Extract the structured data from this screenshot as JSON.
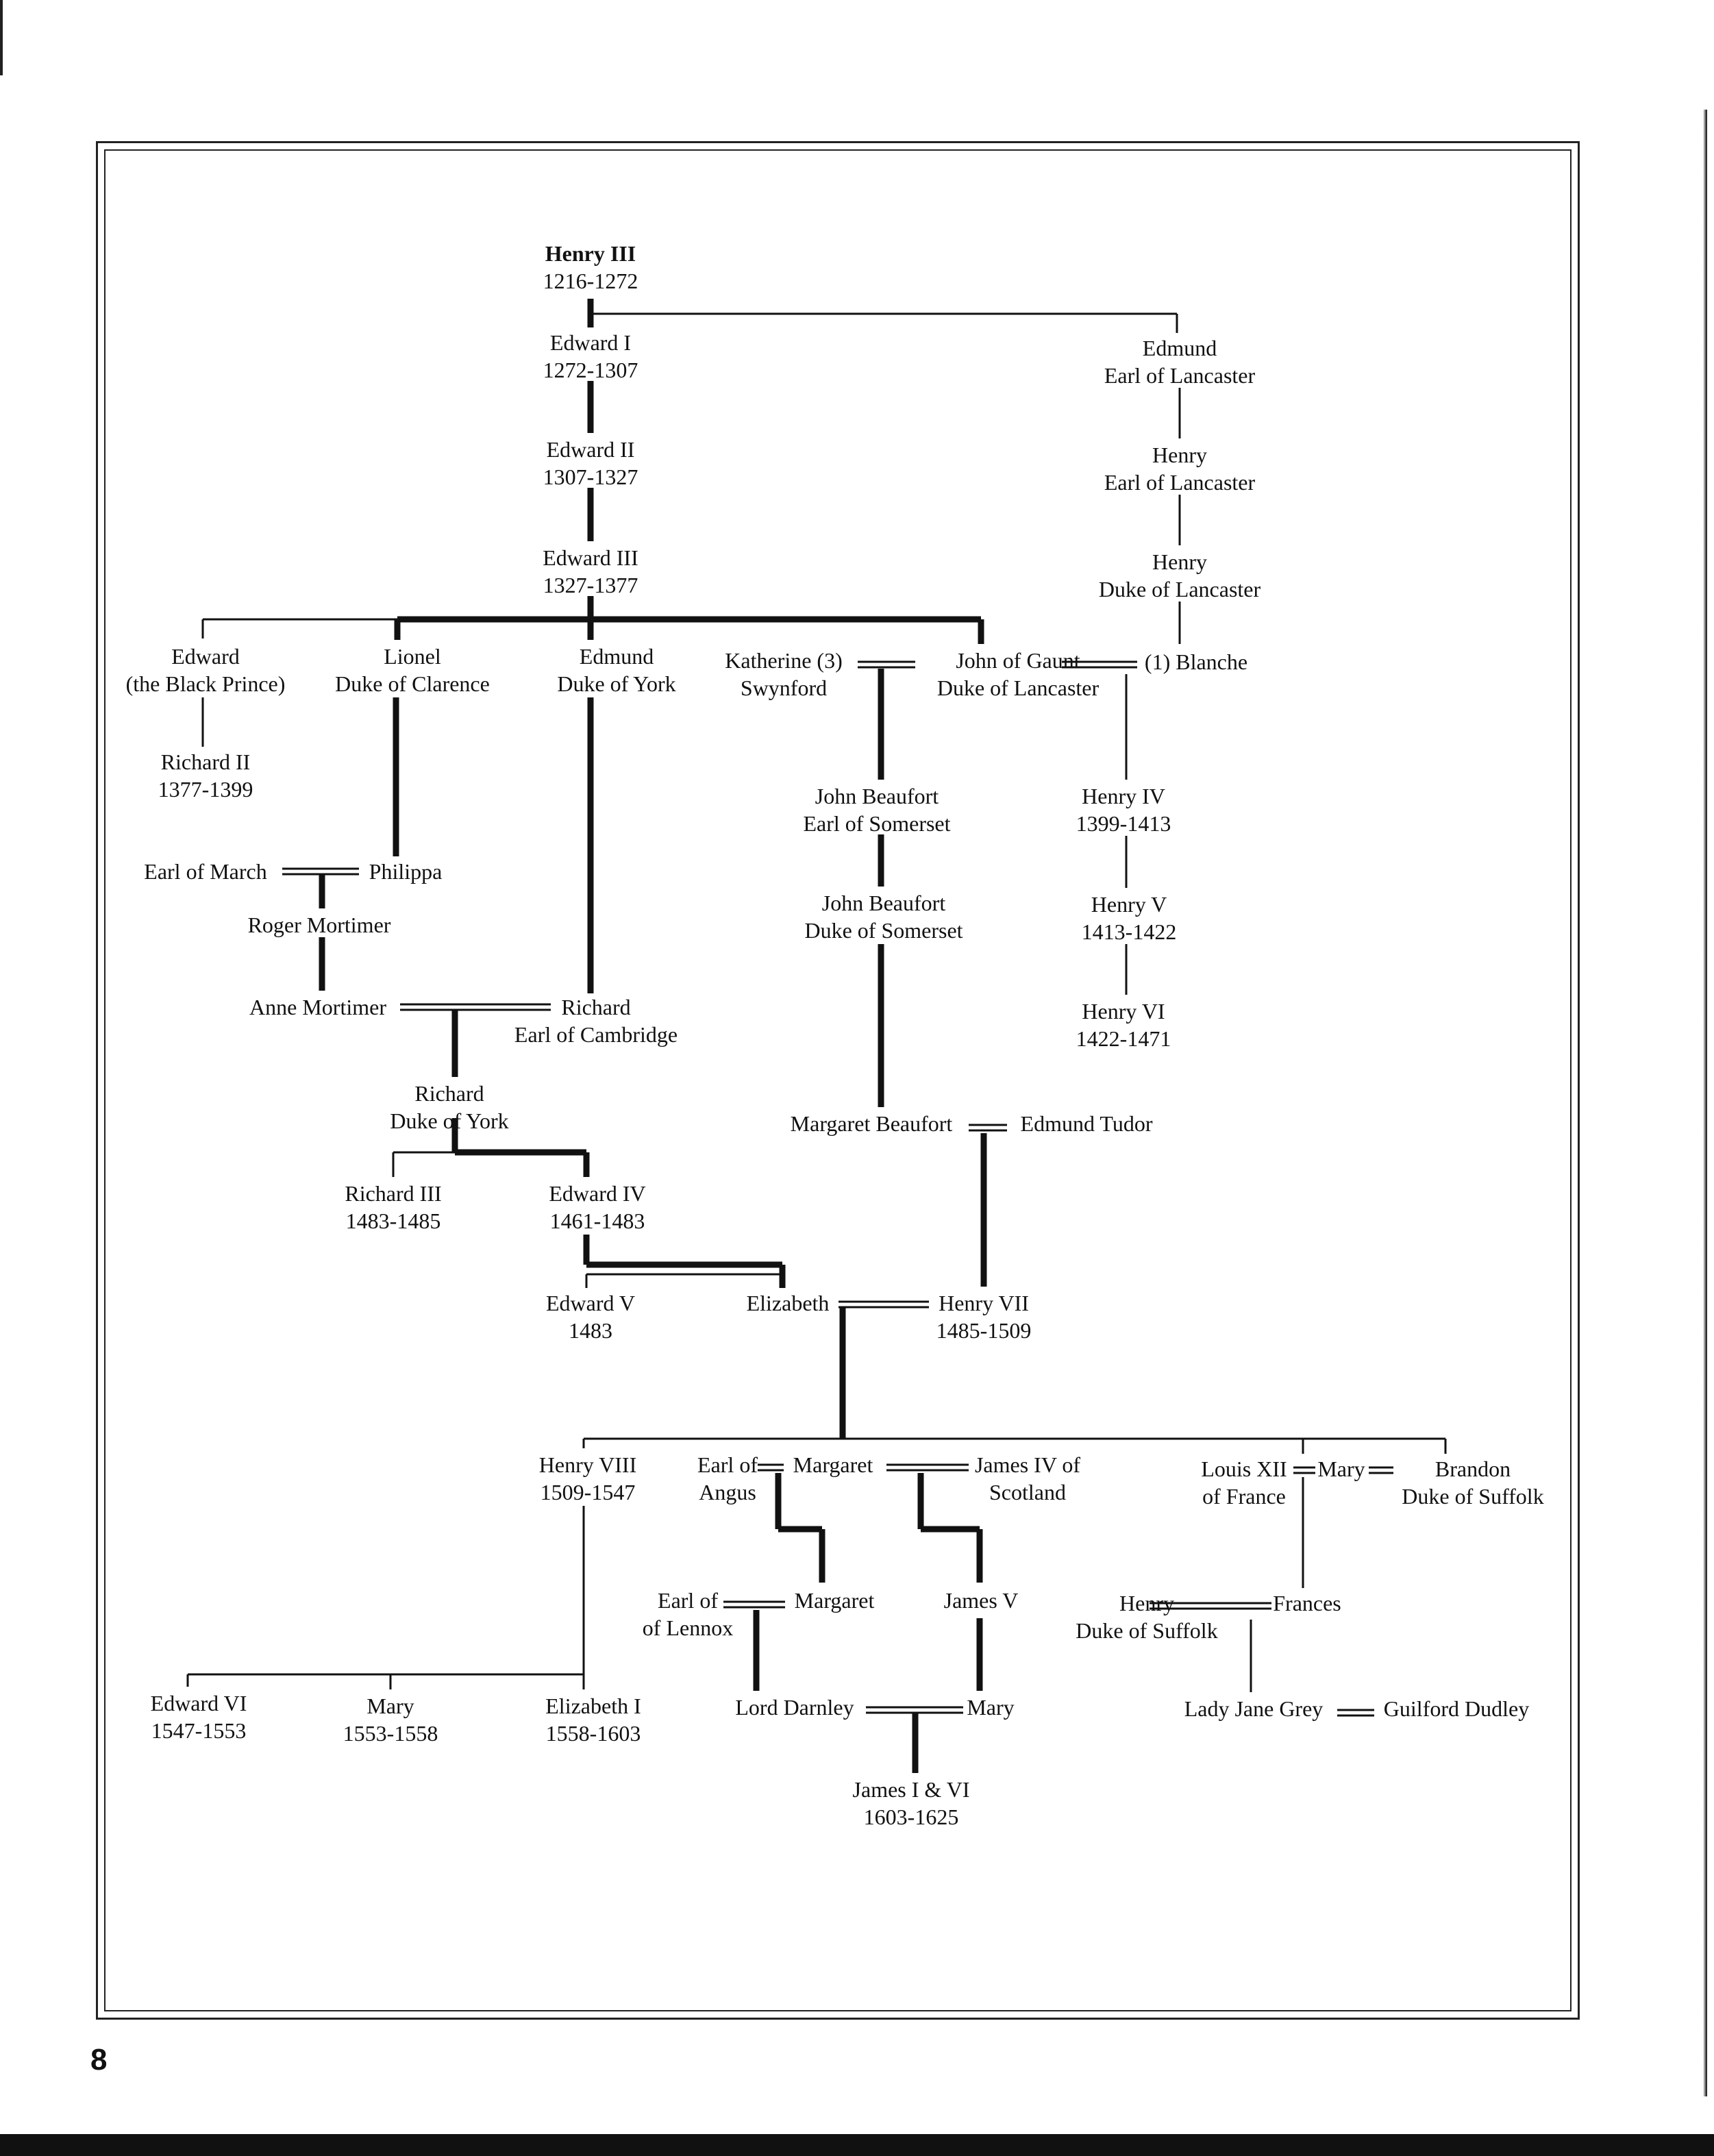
{
  "page_number": "8",
  "nodes": [
    {
      "id": "henry-iii",
      "name": "Henry III",
      "sub": "1216-1272",
      "root": true
    },
    {
      "id": "edward-i",
      "name": "Edward I",
      "sub": "1272-1307"
    },
    {
      "id": "edmund-lancaster",
      "name": "Edmund",
      "sub": "Earl of Lancaster"
    },
    {
      "id": "edward-ii",
      "name": "Edward II",
      "sub": "1307-1327"
    },
    {
      "id": "henry-earl-lancaster",
      "name": "Henry",
      "sub": "Earl of Lancaster"
    },
    {
      "id": "edward-iii",
      "name": "Edward III",
      "sub": "1327-1377"
    },
    {
      "id": "henry-duke-lancaster",
      "name": "Henry",
      "sub": "Duke of Lancaster"
    },
    {
      "id": "black-prince",
      "name": "Edward",
      "sub": "(the Black Prince)"
    },
    {
      "id": "lionel",
      "name": "Lionel",
      "sub": "Duke of Clarence"
    },
    {
      "id": "edmund-york",
      "name": "Edmund",
      "sub": "Duke of York"
    },
    {
      "id": "katherine",
      "name": "Katherine (3)",
      "sub": "Swynford"
    },
    {
      "id": "john-gaunt",
      "name": "John of Gaunt",
      "sub": "Duke of Lancaster"
    },
    {
      "id": "blanche",
      "name": "(1) Blanche",
      "sub": ""
    },
    {
      "id": "richard-ii",
      "name": "Richard II",
      "sub": "1377-1399"
    },
    {
      "id": "john-beaufort-earl",
      "name": "John Beaufort",
      "sub": "Earl of Somerset"
    },
    {
      "id": "henry-iv",
      "name": "Henry IV",
      "sub": "1399-1413"
    },
    {
      "id": "earl-march",
      "name": "Earl of March",
      "sub": ""
    },
    {
      "id": "philippa",
      "name": "Philippa",
      "sub": ""
    },
    {
      "id": "roger-mortimer",
      "name": "Roger Mortimer",
      "sub": ""
    },
    {
      "id": "john-beaufort-duke",
      "name": "John Beaufort",
      "sub": "Duke of Somerset"
    },
    {
      "id": "henry-v",
      "name": "Henry V",
      "sub": "1413-1422"
    },
    {
      "id": "anne-mortimer",
      "name": "Anne Mortimer",
      "sub": ""
    },
    {
      "id": "richard-cambridge",
      "name": "Richard",
      "sub": "Earl of Cambridge"
    },
    {
      "id": "henry-vi",
      "name": "Henry VI",
      "sub": "1422-1471"
    },
    {
      "id": "richard-york",
      "name": "Richard",
      "sub": "Duke of York"
    },
    {
      "id": "margaret-beaufort",
      "name": "Margaret Beaufort",
      "sub": ""
    },
    {
      "id": "edmund-tudor",
      "name": "Edmund Tudor",
      "sub": ""
    },
    {
      "id": "richard-iii",
      "name": "Richard III",
      "sub": "1483-1485"
    },
    {
      "id": "edward-iv",
      "name": "Edward IV",
      "sub": "1461-1483"
    },
    {
      "id": "edward-v",
      "name": "Edward V",
      "sub": "1483"
    },
    {
      "id": "elizabeth-york",
      "name": "Elizabeth",
      "sub": ""
    },
    {
      "id": "henry-vii",
      "name": "Henry VII",
      "sub": "1485-1509"
    },
    {
      "id": "henry-viii",
      "name": "Henry VIII",
      "sub": "1509-1547"
    },
    {
      "id": "earl-angus",
      "name": "Earl of",
      "sub": "Angus"
    },
    {
      "id": "margaret-tudor",
      "name": "Margaret",
      "sub": ""
    },
    {
      "id": "james-iv",
      "name": "James IV of",
      "sub": "Scotland"
    },
    {
      "id": "louis-xii",
      "name": "Louis XII",
      "sub": "of France"
    },
    {
      "id": "mary-tudor",
      "name": "Mary",
      "sub": ""
    },
    {
      "id": "brandon",
      "name": "Brandon",
      "sub": "Duke of Suffolk"
    },
    {
      "id": "earl-lennox",
      "name": "Earl of",
      "sub": "of Lennox"
    },
    {
      "id": "margaret-douglas",
      "name": "Margaret",
      "sub": ""
    },
    {
      "id": "james-v",
      "name": "James V",
      "sub": ""
    },
    {
      "id": "henry-suffolk",
      "name": "Henry",
      "sub": "Duke of Suffolk"
    },
    {
      "id": "frances",
      "name": "Frances",
      "sub": ""
    },
    {
      "id": "edward-vi",
      "name": "Edward VI",
      "sub": "1547-1553"
    },
    {
      "id": "mary-i",
      "name": "Mary",
      "sub": "1553-1558"
    },
    {
      "id": "elizabeth-i",
      "name": "Elizabeth I",
      "sub": "1558-1603"
    },
    {
      "id": "lord-darnley",
      "name": "Lord Darnley",
      "sub": ""
    },
    {
      "id": "mary-scots",
      "name": "Mary",
      "sub": ""
    },
    {
      "id": "lady-jane-grey",
      "name": "Lady Jane Grey",
      "sub": ""
    },
    {
      "id": "guilford-dudley",
      "name": "Guilford Dudley",
      "sub": ""
    },
    {
      "id": "james-i-vi",
      "name": "James I & VI",
      "sub": "1603-1625"
    }
  ],
  "connector_styles": {
    "royal_line": "thick",
    "descent": "thin",
    "marriage": "double"
  },
  "colors": {
    "ink": "#111111",
    "paper": "#ffffff"
  }
}
